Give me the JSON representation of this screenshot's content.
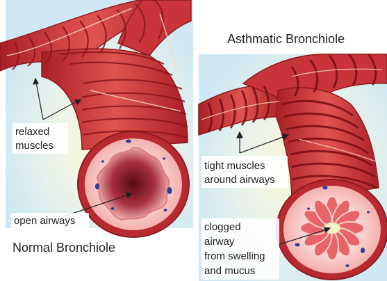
{
  "colors": {
    "panel_bg": "#cfe8f3",
    "glow": "#fbf6d2",
    "muscle_dark": "#a81f27",
    "muscle_mid": "#d0363d",
    "muscle_light": "#ea8c87",
    "tissue_pink": "#f7c4c0",
    "lumen_dark": "#6e0f1a",
    "mucus": "#f4f2c8",
    "vessel_blue": "#2e3c92",
    "text": "#231f20"
  },
  "normal": {
    "title": "Normal Bronchiole",
    "label_muscles_1": "relaxed",
    "label_muscles_2": "muscles",
    "label_airways": "open airways"
  },
  "asthmatic": {
    "title": "Asthmatic Bronchiole",
    "label_tight_1": "tight muscles",
    "label_tight_2": "around airways",
    "label_clogged_1": "clogged",
    "label_clogged_2": "airway",
    "label_clogged_3": "from swelling",
    "label_clogged_4": "and mucus"
  }
}
